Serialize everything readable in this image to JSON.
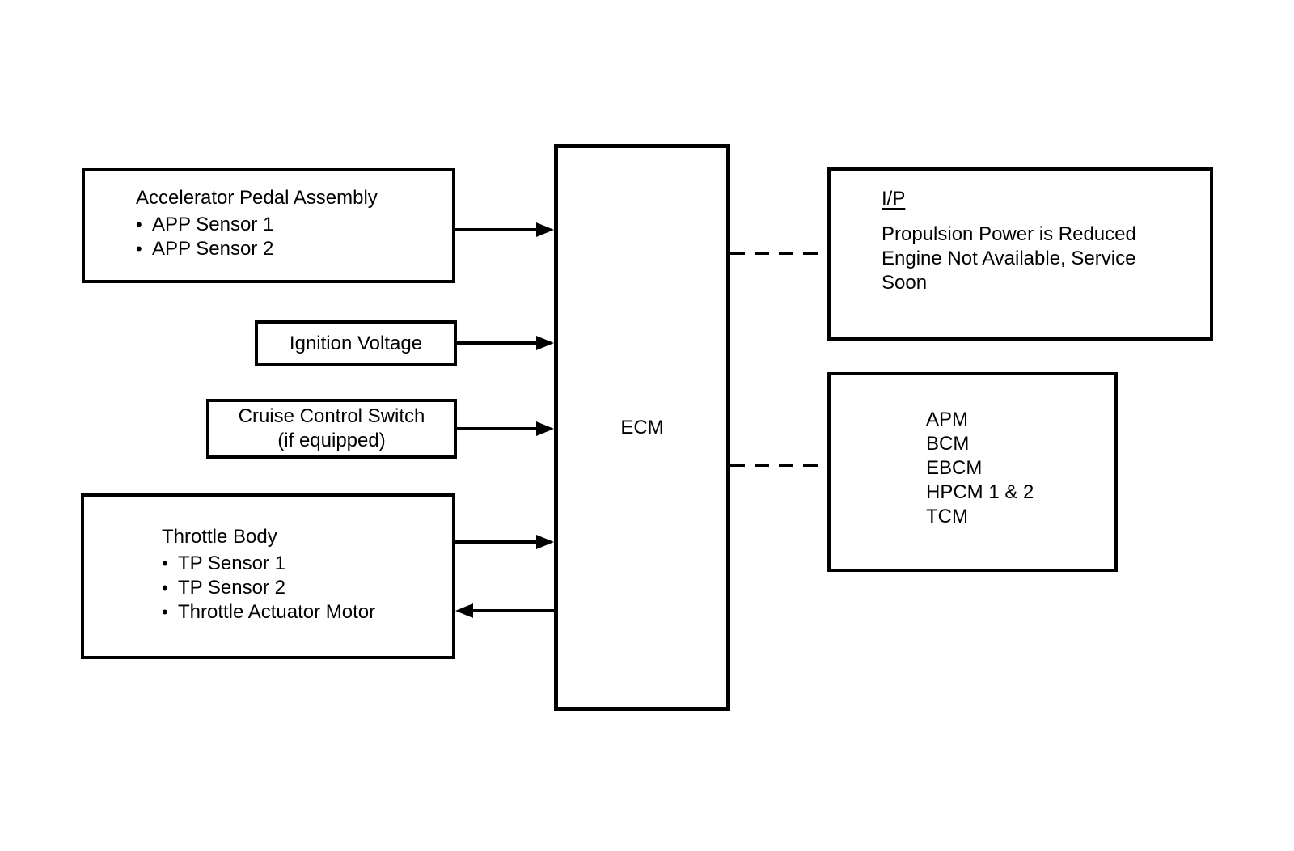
{
  "boxes": {
    "accelerator": {
      "title": "Accelerator Pedal Assembly",
      "bullets": [
        "APP Sensor 1",
        "APP Sensor 2"
      ]
    },
    "ignition": {
      "title": "Ignition Voltage"
    },
    "cruise": {
      "title": "Cruise Control Switch",
      "subtitle": "(if equipped)"
    },
    "throttle": {
      "title": "Throttle Body",
      "bullets": [
        "TP Sensor 1",
        "TP Sensor 2",
        "Throttle Actuator Motor"
      ]
    },
    "ecm": {
      "label": "ECM"
    },
    "instrument_panel": {
      "heading": "I/P",
      "lines": [
        "Propulsion Power is Reduced",
        "Engine Not Available, Service",
        "Soon"
      ]
    },
    "modules": {
      "lines": [
        "APM",
        "BCM",
        "EBCM",
        "HPCM 1 & 2",
        "TCM"
      ]
    }
  },
  "glyphs": {
    "bullet": "•"
  },
  "colors": {
    "line": "#000000",
    "background": "#ffffff"
  }
}
